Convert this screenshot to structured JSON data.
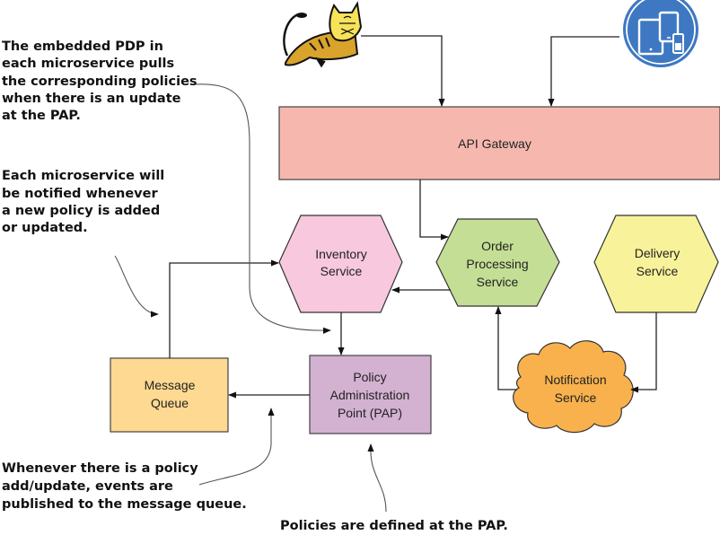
{
  "diagram": {
    "nodes": {
      "api_gateway": {
        "label": [
          "API Gateway"
        ],
        "fill": "#f6b8ae"
      },
      "inventory_service": {
        "label": [
          "Inventory",
          "Service"
        ],
        "fill": "#f7c8de"
      },
      "order_processing_service": {
        "label": [
          "Order",
          "Processing",
          "Service"
        ],
        "fill": "#c4de95"
      },
      "delivery_service": {
        "label": [
          "Delivery",
          "Service"
        ],
        "fill": "#f8f29a"
      },
      "notification_service": {
        "label": [
          "Notification",
          "Service"
        ],
        "fill": "#f8b14c"
      },
      "message_queue": {
        "label": [
          "Message",
          "Queue"
        ],
        "fill": "#fdd992"
      },
      "pap": {
        "label": [
          "Policy",
          "Administration",
          "Point (PAP)"
        ],
        "fill": "#d3b1d1"
      }
    },
    "clients": {
      "tomcat": {
        "icon": "tomcat-icon"
      },
      "devices": {
        "icon": "devices-icon",
        "color": "#3e78c2"
      }
    },
    "edges": [
      {
        "from": "tomcat",
        "to": "api_gateway"
      },
      {
        "from": "devices",
        "to": "api_gateway"
      },
      {
        "from": "api_gateway",
        "to": "order_processing_service"
      },
      {
        "from": "order_processing_service",
        "to": "inventory_service"
      },
      {
        "from": "inventory_service",
        "to": "pap"
      },
      {
        "from": "pap",
        "to": "message_queue"
      },
      {
        "from": "message_queue",
        "to": "inventory_service"
      },
      {
        "from": "delivery_service",
        "to": "notification_service"
      },
      {
        "from": "notification_service",
        "to": "order_processing_service"
      }
    ],
    "notes": {
      "pdp_pull": [
        "The embedded PDP in",
        "each microservice pulls",
        "the corresponding policies",
        "when there is an update",
        "at the PAP."
      ],
      "notified": [
        "Each microservice will",
        "be notified whenever",
        "a new policy is added",
        "or updated."
      ],
      "events_published": [
        "Whenever there is a policy",
        "add/update, events are",
        "published to the message queue."
      ],
      "policies_defined": [
        "Policies are defined at the PAP."
      ]
    }
  }
}
